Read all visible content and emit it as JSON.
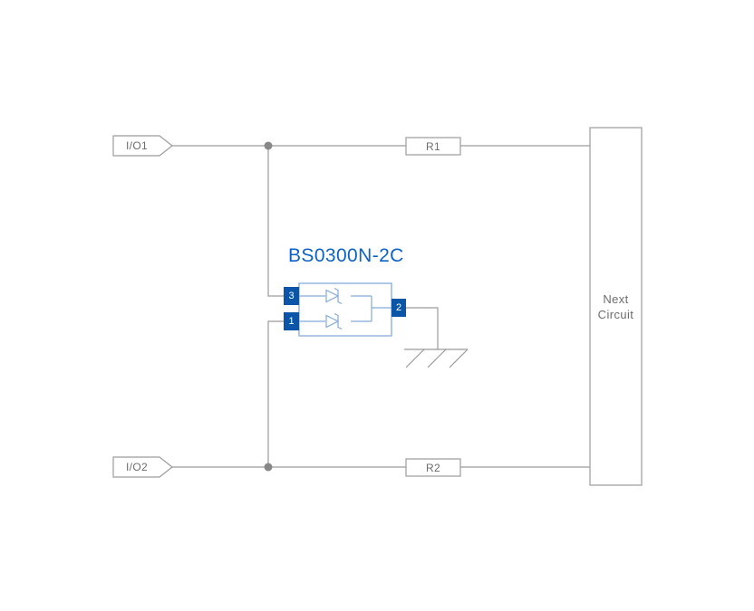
{
  "diagram": {
    "component_title": "BS0300N-2C",
    "input_top": "I/O1",
    "input_bottom": "I/O2",
    "resistor_top": "R1",
    "resistor_bottom": "R2",
    "next_circuit": "Next Circuit",
    "pin_top": "3",
    "pin_bottom": "1",
    "pin_right": "2"
  },
  "colors": {
    "wire": "#9b9b9b",
    "label_text": "#6c6c6c",
    "component_blue": "#0d63c5",
    "pin_fill": "#0a55a8",
    "component_border": "#84abda",
    "junction_dot": "#878787"
  }
}
